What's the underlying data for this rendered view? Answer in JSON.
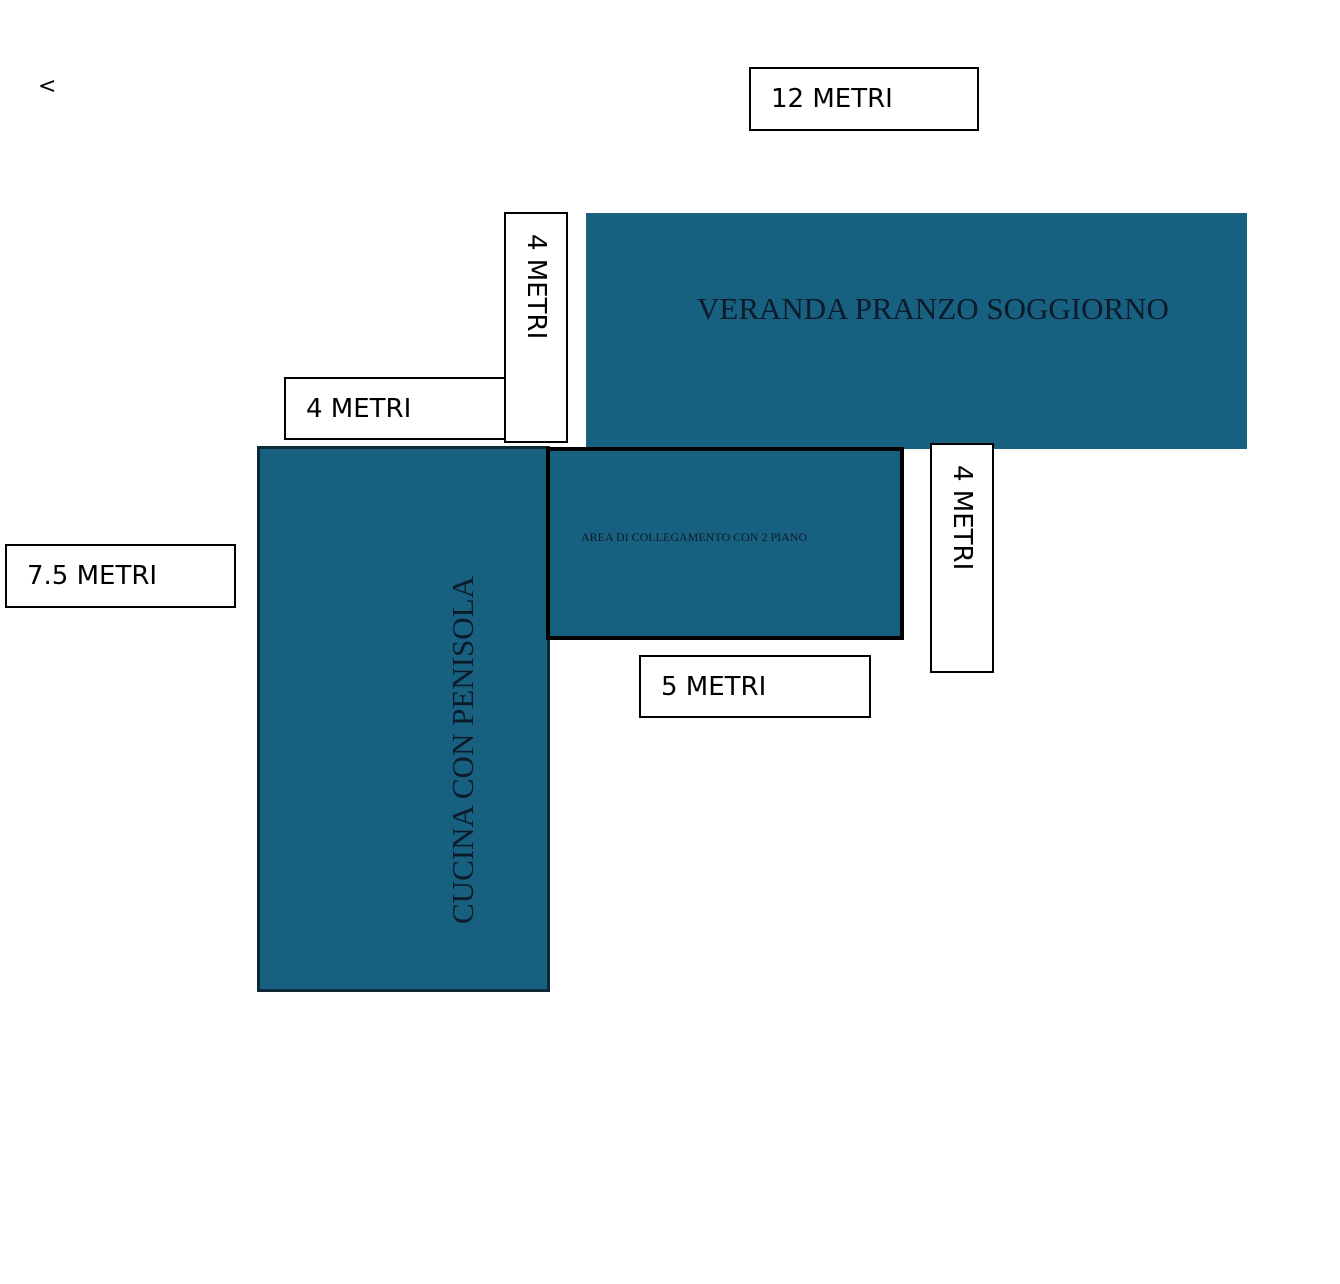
{
  "back_glyph": "<",
  "rooms": {
    "veranda": "VERANDA PRANZO SOGGIORNO",
    "cucina": "CUCINA CON PENISOLA",
    "area": "AREA DI COLLEGAMENTO CON 2 PIANO"
  },
  "dimensions": {
    "top_width": "12 METRI",
    "veranda_height": "4 METRI",
    "upper_left": "4 METRI",
    "left_height": "7.5 METRI",
    "area_width": "5 METRI",
    "right_height": "4 METRI"
  },
  "colors": {
    "room_fill": "#18607f"
  }
}
